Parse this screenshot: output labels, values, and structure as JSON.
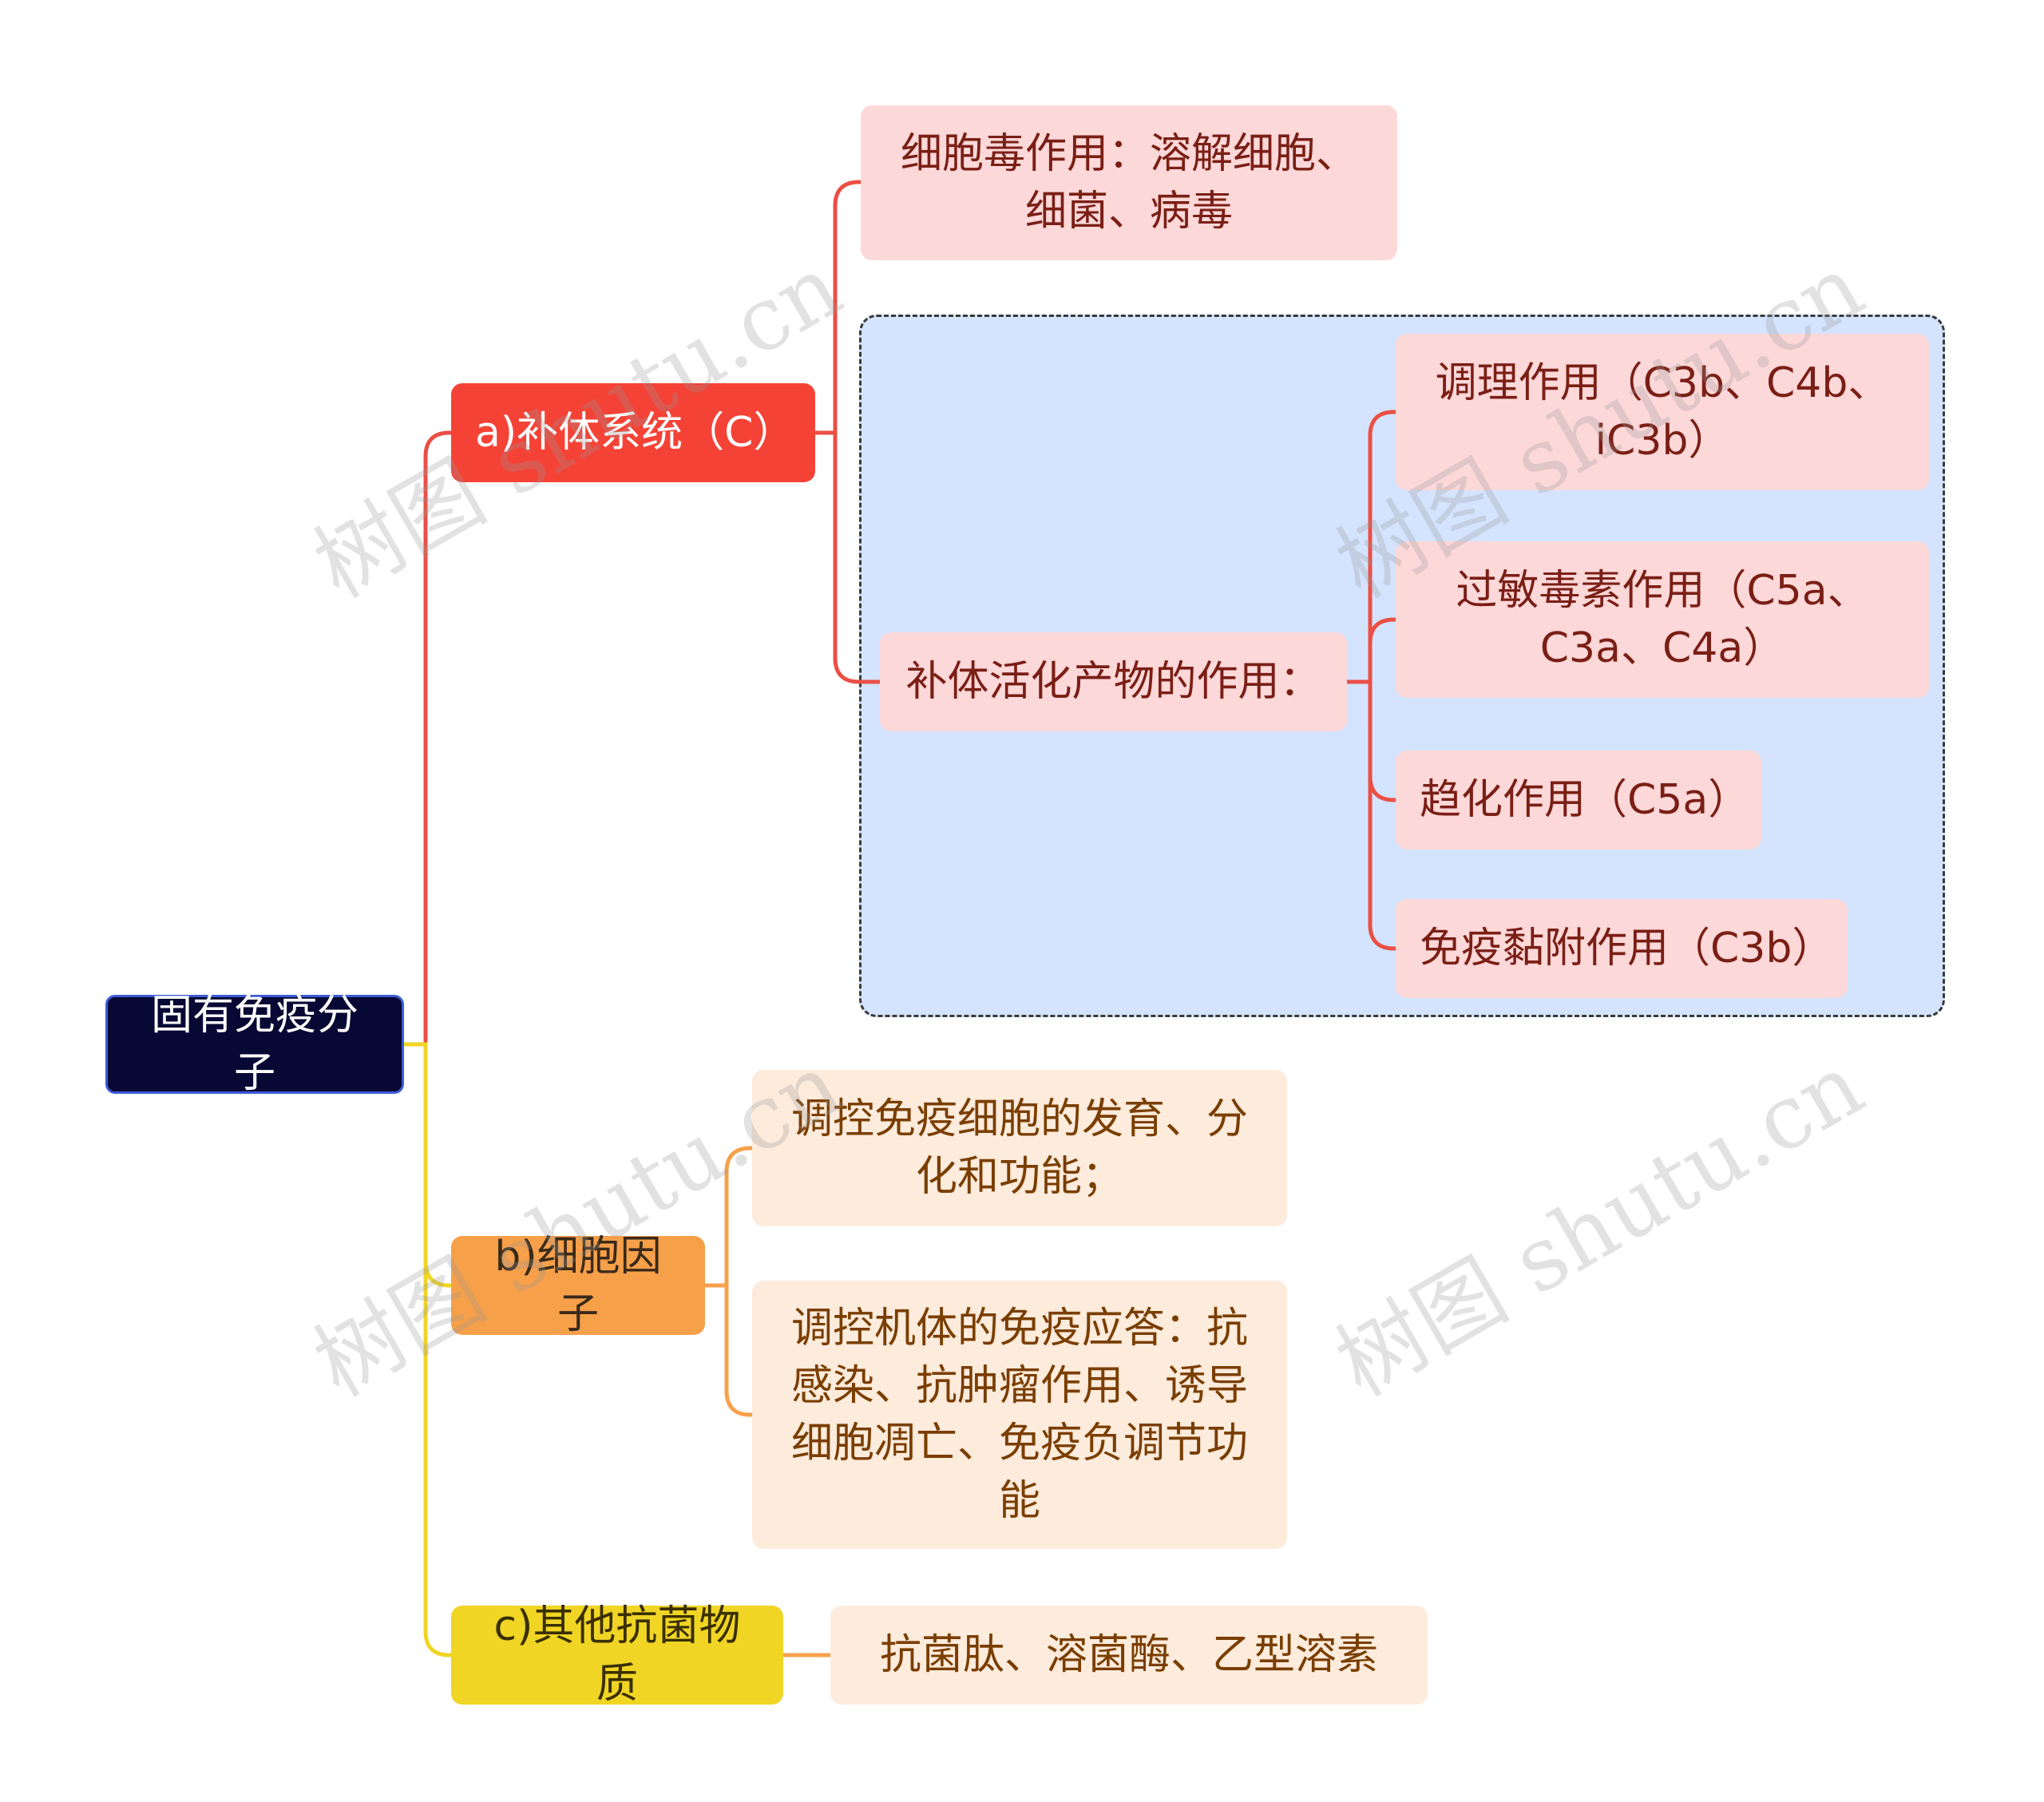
{
  "root": {
    "label": "固有免疫分子"
  },
  "branches": {
    "a": {
      "label": "a)补体系统（C）",
      "children": {
        "cytotoxic": "细胞毒作用：溶解细胞、细菌、病毒",
        "products": {
          "label": "补体活化产物的作用：",
          "items": [
            "调理作用（C3b、C4b、iC3b）",
            "过敏毒素作用（C5a、C3a、C4a）",
            "趋化作用（C5a）",
            "免疫黏附作用（C3b）"
          ]
        }
      }
    },
    "b": {
      "label": "b)细胞因子",
      "items": [
        "调控免疫细胞的发育、分化和功能；",
        "调控机体的免疫应答：抗感染、抗肿瘤作用、诱导细胞凋亡、免疫负调节功能"
      ]
    },
    "c": {
      "label": "c)其他抗菌物质",
      "items": [
        "抗菌肽、溶菌酶、乙型溶素"
      ]
    }
  },
  "watermark": "树图 shutu.cn",
  "colors": {
    "root": "#070833",
    "branch_a": "#f44336",
    "branch_b": "#f7a04a",
    "branch_c": "#f0d525",
    "leaf_a": "#fdd8d9",
    "leaf_b": "#fdebdc",
    "group": "#d4e4fe"
  }
}
